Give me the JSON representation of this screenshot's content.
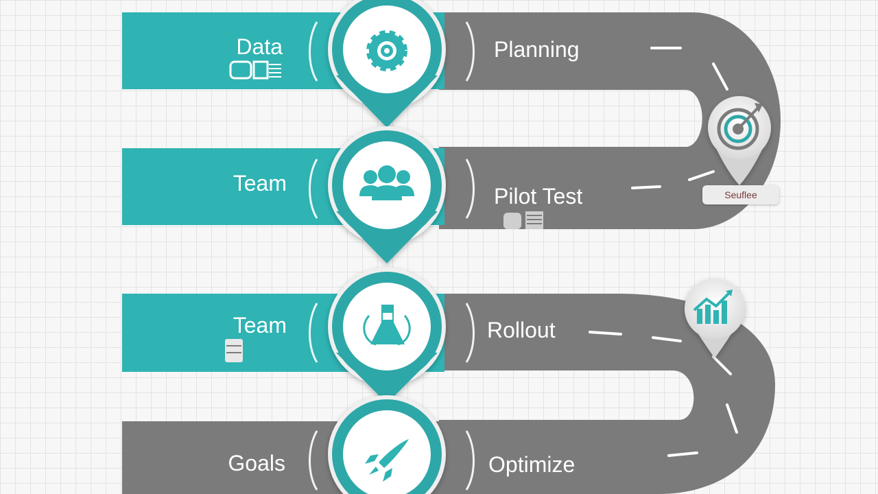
{
  "colors": {
    "teal": "#2fb3b3",
    "teal_dark": "#1f9c9c",
    "road": "#7b7b7b",
    "road_dashes": "#ffffff",
    "pin_ring": "#2fa7a8",
    "pin_inner": "#ffffff"
  },
  "steps": [
    {
      "left_label": "Data",
      "right_label": "Planning",
      "icon": "gear-icon",
      "left_color": "teal"
    },
    {
      "left_label": "Team",
      "right_label": "Pilot Test",
      "icon": "people-icon",
      "left_color": "teal"
    },
    {
      "left_label": "Team",
      "right_label": "Rollout",
      "icon": "flask-icon",
      "left_color": "teal"
    },
    {
      "left_label": "Goals",
      "right_label": "Optimize",
      "icon": "rocket-icon",
      "left_color": "gray"
    }
  ],
  "side_markers": [
    {
      "icon": "target-icon"
    },
    {
      "icon": "growth-chart-icon"
    }
  ],
  "badge": {
    "text": "Seuflee"
  },
  "small_icons": [
    "document-icon",
    "document-icon",
    "server-icon"
  ]
}
